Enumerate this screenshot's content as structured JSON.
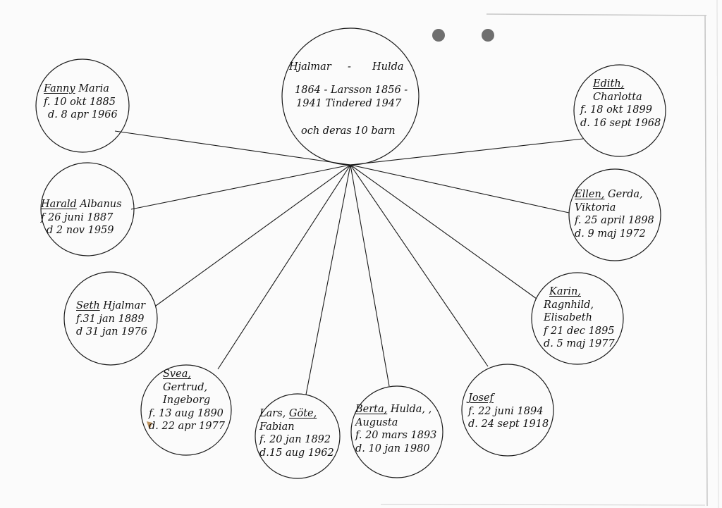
{
  "colors": {
    "ink": "#1a1a1a",
    "paper": "#fbfbfb",
    "punch_hole": "#6f6f6f",
    "stain": "#b07a3a"
  },
  "parents": {
    "names": [
      "Hjalmar",
      "-",
      "Hulda"
    ],
    "years_line_1": "1864 - Larsson 1856 -",
    "years_line_2": "1941 Tindered 1947",
    "footer": "och deras 10 barn"
  },
  "children": [
    {
      "id": "fanny",
      "first": "Fanny",
      "rest": " Maria",
      "lines": [
        "f. 10 okt 1885",
        "d. 8 apr 1966"
      ]
    },
    {
      "id": "harald",
      "first": "Harald",
      "rest": " Albanus",
      "lines": [
        "f 26 juni 1887",
        "d 2 nov 1959"
      ]
    },
    {
      "id": "seth",
      "first": "Seth",
      "rest": " Hjalmar",
      "lines": [
        "f.31 jan 1889",
        "d 31 jan 1976"
      ]
    },
    {
      "id": "svea",
      "first": "Svea,",
      "rest": "",
      "lines": [
        "Gertrud,",
        "Ingeborg",
        "f. 13 aug 1890",
        "d. 22 apr 1977"
      ]
    },
    {
      "id": "lars",
      "first": "Lars, ",
      "rest": "",
      "underlined": "Göte,",
      "lines": [
        "Fabian",
        "f. 20 jan 1892",
        "d.15 aug 1962"
      ]
    },
    {
      "id": "berta",
      "first": "Berta,",
      "rest": " Hulda, ,",
      "lines": [
        "Augusta",
        "f. 20 mars 1893",
        "d. 10 jan 1980"
      ]
    },
    {
      "id": "josef",
      "first": "Josef",
      "rest": "",
      "lines": [
        "f. 22 juni 1894",
        "d. 24 sept 1918"
      ]
    },
    {
      "id": "karin",
      "first": "Karin,",
      "rest": "",
      "lines": [
        "Ragnhild,",
        "Elisabeth",
        "f 21 dec 1895",
        "d. 5 maj 1977"
      ]
    },
    {
      "id": "ellen",
      "first": "Ellen,",
      "rest": " Gerda,",
      "lines": [
        "Viktoria",
        "f. 25 april 1898",
        "d. 9 maj 1972"
      ]
    },
    {
      "id": "edith",
      "first": "Edith,",
      "rest": "",
      "lines": [
        "Charlotta",
        "f. 18 okt 1899",
        "d. 16 sept 1968"
      ]
    }
  ]
}
